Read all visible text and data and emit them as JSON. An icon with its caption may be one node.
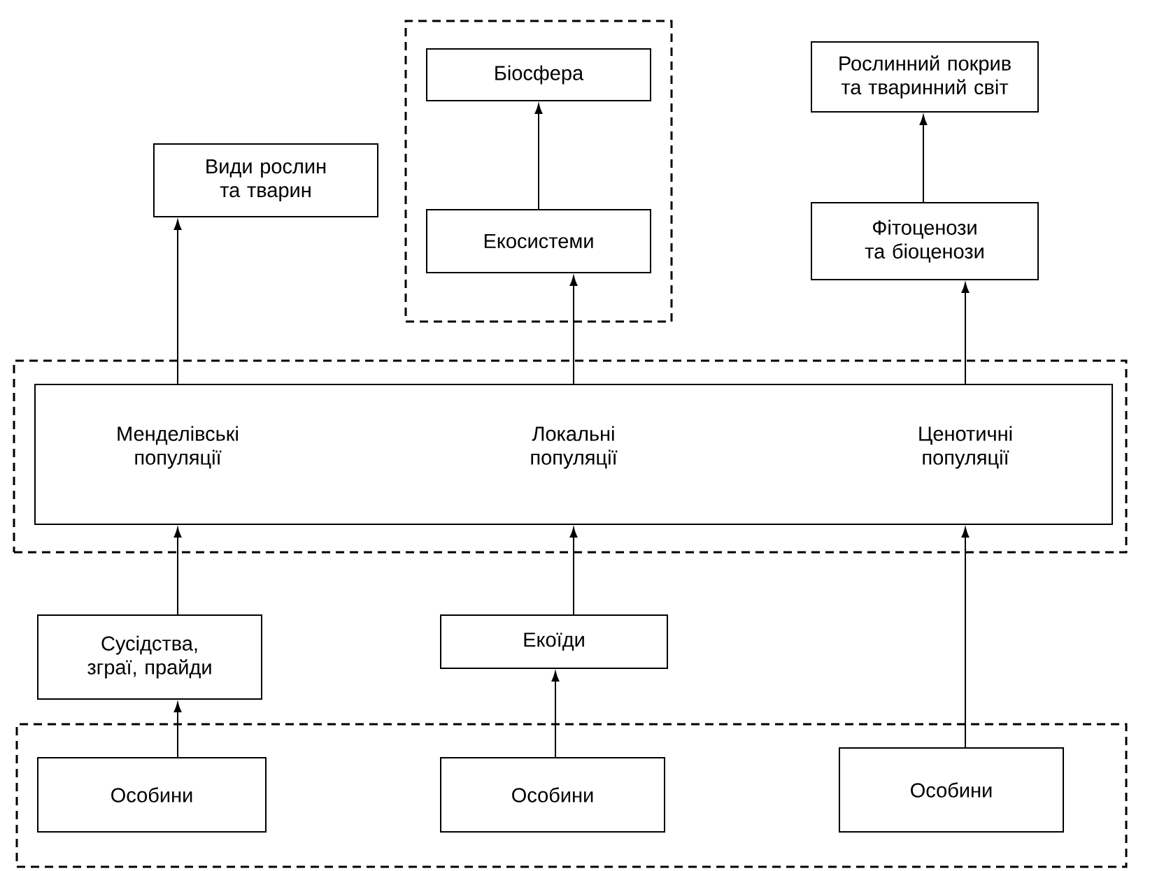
{
  "diagram": {
    "nodes": [
      {
        "text": [],
        "shape": "box"
      },
      {
        "text": [
          "Біосфера"
        ],
        "in": 0
      },
      {
        "text": [
          "Екосистеми"
        ],
        "in": 0
      },
      {
        "text": [
          "Рослинний покрив та тваринний світ"
        ]
      },
      {
        "text": [
          "Види рослин та тварин"
        ]
      },
      {
        "text": [
          "Фітоценози та біоценози"
        ]
      },
      {
        "text": [],
        "shape": "box"
      },
      {
        "text": [
          "Менделівські популяції",
          "Локальні популяції",
          "Ценотичні популяції"
        ],
        "in": 6
      },
      {
        "text": [
          "Сусідства, зграї, прайди"
        ]
      },
      {
        "text": [
          "Екоїди"
        ]
      },
      {
        "text": [],
        "shape": "box"
      },
      {
        "text": [
          "Особини"
        ],
        "in": 10
      },
      {
        "text": [
          "Особини"
        ],
        "in": 10
      },
      {
        "text": [
          "Особини"
        ],
        "in": 10
      }
    ],
    "edges": [
      {
        "from": 2,
        "to": 1,
        "arrow": "to"
      },
      {
        "from": 5,
        "to": 3,
        "arrow": "to"
      },
      {
        "from": 7,
        "to": 4,
        "arrow": "to"
      },
      {
        "from": 7,
        "to": 2,
        "arrow": "to"
      },
      {
        "from": 7,
        "to": 5,
        "arrow": "to"
      },
      {
        "from": 8,
        "to": 7,
        "arrow": "to"
      },
      {
        "from": 9,
        "to": 7,
        "arrow": "to"
      },
      {
        "from": 11,
        "to": 8,
        "arrow": "to"
      },
      {
        "from": 12,
        "to": 9,
        "arrow": "to"
      },
      {
        "from": 13,
        "to": 7,
        "arrow": "to"
      }
    ]
  }
}
